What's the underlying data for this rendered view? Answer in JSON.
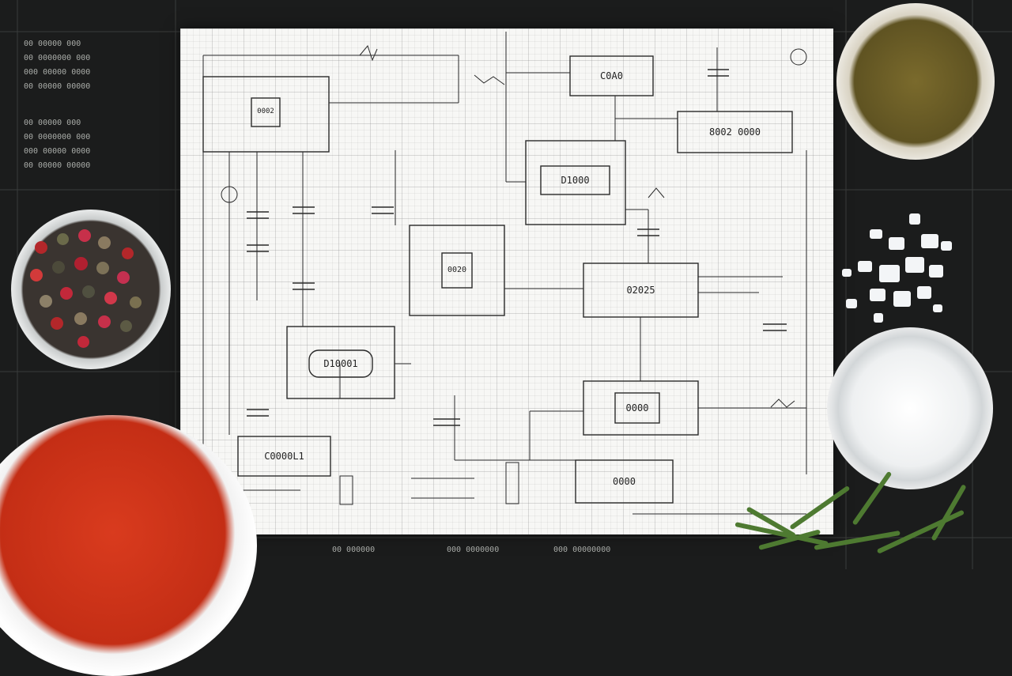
{
  "scene": {
    "description_tags": [
      "blueprint-paper",
      "spice-bowls",
      "sauce-bowl",
      "herbs"
    ]
  },
  "schematic": {
    "boxes": [
      {
        "label": "0002"
      },
      {
        "label": "C0A0"
      },
      {
        "label": "D1000"
      },
      {
        "label": "8002 0000"
      },
      {
        "label": "0020"
      },
      {
        "label": "02025"
      },
      {
        "label": "D10001"
      },
      {
        "label": "0000"
      },
      {
        "label": "C0000L1"
      },
      {
        "label": "0000"
      }
    ]
  },
  "blackboard": {
    "lines": [
      "00 00000 000",
      "00 0000000 000",
      "000 00000 0000",
      "00 00000 00000"
    ],
    "bottom_notes": [
      "00 000000",
      "000 0000000",
      "000 00000000"
    ]
  },
  "colors": {
    "chalkboard": "#1b1c1c",
    "paper": "#f7f7f5",
    "ink": "#2a2a2a",
    "sauce": "#c42e15",
    "herb": "#4e7a31"
  }
}
